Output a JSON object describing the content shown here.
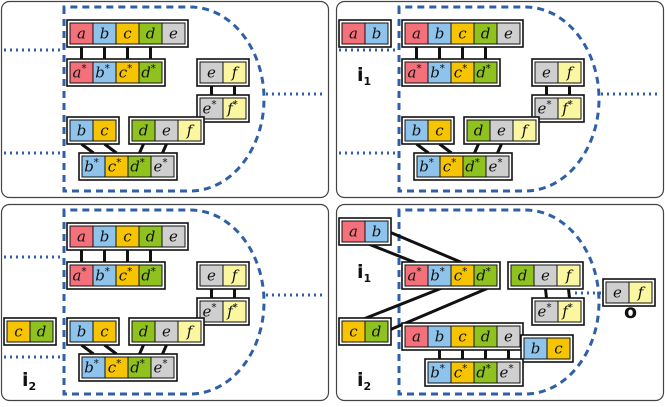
{
  "colors": {
    "a": "#f4707a",
    "b": "#8ec4ec",
    "c": "#f6c400",
    "d": "#8fc21e",
    "e": "#cfcfcf",
    "f": "#fbf7a0",
    "dashed": "#2f5fa8",
    "stroke": "#111111",
    "panel": "#444444"
  },
  "labels": {
    "i1": "i",
    "i1_sub": "1",
    "i2": "i",
    "i2_sub": "2",
    "o": "o",
    "star": "*"
  },
  "panels": [
    {
      "name": "panel-top-left",
      "groups": [
        {
          "name": "row-abcde",
          "cells": [
            {
              "t": "a",
              "c": "a"
            },
            {
              "t": "b",
              "c": "b"
            },
            {
              "t": "c",
              "c": "c"
            },
            {
              "t": "d",
              "c": "d"
            },
            {
              "t": "e",
              "c": "e"
            }
          ]
        },
        {
          "name": "row-abcd-star",
          "cells": [
            {
              "t": "a",
              "c": "a",
              "s": 1
            },
            {
              "t": "b",
              "c": "b",
              "s": 1
            },
            {
              "t": "c",
              "c": "c",
              "s": 1
            },
            {
              "t": "d",
              "c": "d",
              "s": 1
            }
          ]
        },
        {
          "name": "row-ef",
          "cells": [
            {
              "t": "e",
              "c": "e"
            },
            {
              "t": "f",
              "c": "f"
            }
          ]
        },
        {
          "name": "row-ef-star",
          "cells": [
            {
              "t": "e",
              "c": "e",
              "s": 1
            },
            {
              "t": "f",
              "c": "f",
              "s": 1
            }
          ]
        },
        {
          "name": "row-bc",
          "cells": [
            {
              "t": "b",
              "c": "b"
            },
            {
              "t": "c",
              "c": "c"
            }
          ]
        },
        {
          "name": "row-def",
          "cells": [
            {
              "t": "d",
              "c": "d"
            },
            {
              "t": "e",
              "c": "e"
            },
            {
              "t": "f",
              "c": "f"
            }
          ]
        },
        {
          "name": "row-bcde-star",
          "cells": [
            {
              "t": "b",
              "c": "b",
              "s": 1
            },
            {
              "t": "c",
              "c": "c",
              "s": 1
            },
            {
              "t": "d",
              "c": "d",
              "s": 1
            },
            {
              "t": "e",
              "c": "e",
              "s": 1
            }
          ]
        }
      ]
    },
    {
      "name": "panel-top-right",
      "groups": [
        {
          "name": "input-ab",
          "cells": [
            {
              "t": "a",
              "c": "a"
            },
            {
              "t": "b",
              "c": "b"
            }
          ]
        },
        {
          "name": "row-abcde",
          "cells": [
            {
              "t": "a",
              "c": "a"
            },
            {
              "t": "b",
              "c": "b"
            },
            {
              "t": "c",
              "c": "c"
            },
            {
              "t": "d",
              "c": "d"
            },
            {
              "t": "e",
              "c": "e"
            }
          ]
        },
        {
          "name": "row-abcd-star",
          "cells": [
            {
              "t": "a",
              "c": "a",
              "s": 1
            },
            {
              "t": "b",
              "c": "b",
              "s": 1
            },
            {
              "t": "c",
              "c": "c",
              "s": 1
            },
            {
              "t": "d",
              "c": "d",
              "s": 1
            }
          ]
        },
        {
          "name": "row-ef",
          "cells": [
            {
              "t": "e",
              "c": "e"
            },
            {
              "t": "f",
              "c": "f"
            }
          ]
        },
        {
          "name": "row-ef-star",
          "cells": [
            {
              "t": "e",
              "c": "e",
              "s": 1
            },
            {
              "t": "f",
              "c": "f",
              "s": 1
            }
          ]
        },
        {
          "name": "row-bc",
          "cells": [
            {
              "t": "b",
              "c": "b"
            },
            {
              "t": "c",
              "c": "c"
            }
          ]
        },
        {
          "name": "row-def",
          "cells": [
            {
              "t": "d",
              "c": "d"
            },
            {
              "t": "e",
              "c": "e"
            },
            {
              "t": "f",
              "c": "f"
            }
          ]
        },
        {
          "name": "row-bcde-star",
          "cells": [
            {
              "t": "b",
              "c": "b",
              "s": 1
            },
            {
              "t": "c",
              "c": "c",
              "s": 1
            },
            {
              "t": "d",
              "c": "d",
              "s": 1
            },
            {
              "t": "e",
              "c": "e",
              "s": 1
            }
          ]
        }
      ]
    },
    {
      "name": "panel-bottom-left",
      "groups": [
        {
          "name": "row-abcde",
          "cells": [
            {
              "t": "a",
              "c": "a"
            },
            {
              "t": "b",
              "c": "b"
            },
            {
              "t": "c",
              "c": "c"
            },
            {
              "t": "d",
              "c": "d"
            },
            {
              "t": "e",
              "c": "e"
            }
          ]
        },
        {
          "name": "row-abcd-star",
          "cells": [
            {
              "t": "a",
              "c": "a",
              "s": 1
            },
            {
              "t": "b",
              "c": "b",
              "s": 1
            },
            {
              "t": "c",
              "c": "c",
              "s": 1
            },
            {
              "t": "d",
              "c": "d",
              "s": 1
            }
          ]
        },
        {
          "name": "row-ef",
          "cells": [
            {
              "t": "e",
              "c": "e"
            },
            {
              "t": "f",
              "c": "f"
            }
          ]
        },
        {
          "name": "row-ef-star",
          "cells": [
            {
              "t": "e",
              "c": "e",
              "s": 1
            },
            {
              "t": "f",
              "c": "f",
              "s": 1
            }
          ]
        },
        {
          "name": "input-cd",
          "cells": [
            {
              "t": "c",
              "c": "c"
            },
            {
              "t": "d",
              "c": "d"
            }
          ]
        },
        {
          "name": "row-bc",
          "cells": [
            {
              "t": "b",
              "c": "b"
            },
            {
              "t": "c",
              "c": "c"
            }
          ]
        },
        {
          "name": "row-def",
          "cells": [
            {
              "t": "d",
              "c": "d"
            },
            {
              "t": "e",
              "c": "e"
            },
            {
              "t": "f",
              "c": "f"
            }
          ]
        },
        {
          "name": "row-bcde-star",
          "cells": [
            {
              "t": "b",
              "c": "b",
              "s": 1
            },
            {
              "t": "c",
              "c": "c",
              "s": 1
            },
            {
              "t": "d",
              "c": "d",
              "s": 1
            },
            {
              "t": "e",
              "c": "e",
              "s": 1
            }
          ]
        }
      ]
    },
    {
      "name": "panel-bottom-right",
      "groups": [
        {
          "name": "input-ab",
          "cells": [
            {
              "t": "a",
              "c": "a"
            },
            {
              "t": "b",
              "c": "b"
            }
          ]
        },
        {
          "name": "row-abcd-star",
          "cells": [
            {
              "t": "a",
              "c": "a",
              "s": 1
            },
            {
              "t": "b",
              "c": "b",
              "s": 1
            },
            {
              "t": "c",
              "c": "c",
              "s": 1
            },
            {
              "t": "d",
              "c": "d",
              "s": 1
            }
          ]
        },
        {
          "name": "row-def",
          "cells": [
            {
              "t": "d",
              "c": "d"
            },
            {
              "t": "e",
              "c": "e"
            },
            {
              "t": "f",
              "c": "f"
            }
          ]
        },
        {
          "name": "row-ef-star",
          "cells": [
            {
              "t": "e",
              "c": "e",
              "s": 1
            },
            {
              "t": "f",
              "c": "f",
              "s": 1
            }
          ]
        },
        {
          "name": "output-ef",
          "cells": [
            {
              "t": "e",
              "c": "e"
            },
            {
              "t": "f",
              "c": "f"
            }
          ]
        },
        {
          "name": "input-cd",
          "cells": [
            {
              "t": "c",
              "c": "c"
            },
            {
              "t": "d",
              "c": "d"
            }
          ]
        },
        {
          "name": "row-abcde",
          "cells": [
            {
              "t": "a",
              "c": "a"
            },
            {
              "t": "b",
              "c": "b"
            },
            {
              "t": "c",
              "c": "c"
            },
            {
              "t": "d",
              "c": "d"
            },
            {
              "t": "e",
              "c": "e"
            }
          ]
        },
        {
          "name": "row-bc",
          "cells": [
            {
              "t": "b",
              "c": "b"
            },
            {
              "t": "c",
              "c": "c"
            }
          ]
        },
        {
          "name": "row-bcde-star",
          "cells": [
            {
              "t": "b",
              "c": "b",
              "s": 1
            },
            {
              "t": "c",
              "c": "c",
              "s": 1
            },
            {
              "t": "d",
              "c": "d",
              "s": 1
            },
            {
              "t": "e",
              "c": "e",
              "s": 1
            }
          ]
        }
      ]
    }
  ]
}
